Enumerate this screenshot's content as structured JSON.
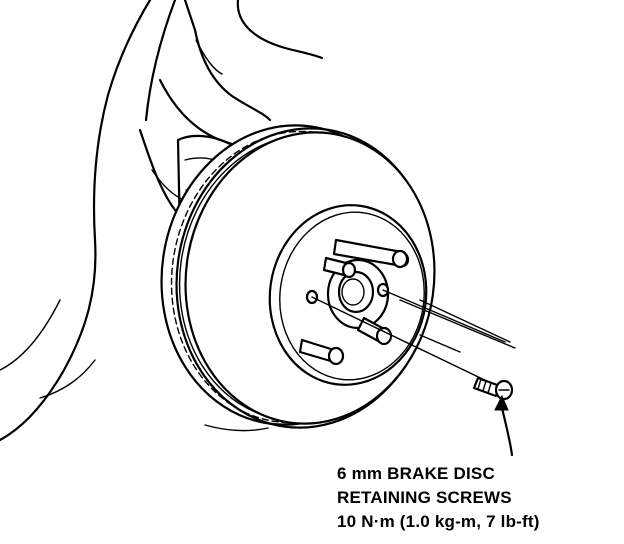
{
  "callout": {
    "line1": "6 mm BRAKE DISC",
    "line2": "RETAINING SCREWS",
    "line3": "10 N·m (1.0 kg-m, 7 lb-ft)"
  },
  "colors": {
    "ink": "#000000",
    "paper": "#ffffff"
  }
}
